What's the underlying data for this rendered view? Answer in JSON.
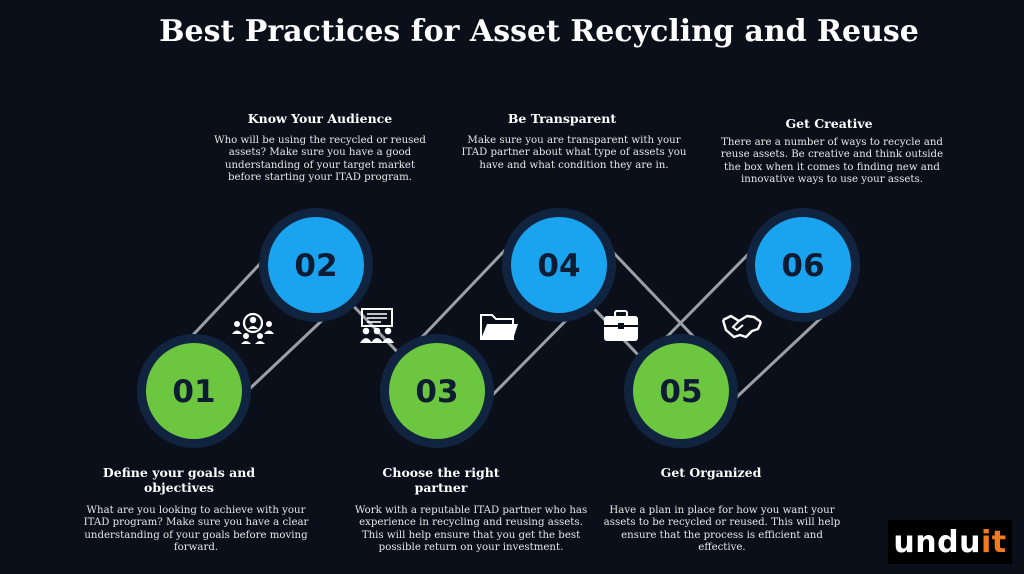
{
  "title": "Best Practices for Asset Recycling and Reuse",
  "colors": {
    "background": "#0b0f19",
    "green": "#6cc63f",
    "blue": "#1aa3ef",
    "ring": "#10243f",
    "line": "#9aa0a8",
    "accent": "#f47a1f"
  },
  "steps": [
    {
      "number": "01",
      "title": "Define your goals and objectives",
      "description": "What are you looking to achieve with your ITAD program? Make sure you have a clear understanding of your goals before moving forward.",
      "color": "green"
    },
    {
      "number": "02",
      "title": "Know Your Audience",
      "description": "Who will be using the recycled or reused assets? Make sure you have a good understanding of your target market before starting your ITAD program.",
      "color": "blue"
    },
    {
      "number": "03",
      "title": "Choose the right partner",
      "description": "Work with a reputable ITAD partner who has experience in recycling and reusing assets. This will help ensure that you get the best possible return on your investment.",
      "color": "green"
    },
    {
      "number": "04",
      "title": "Be Transparent",
      "description": "Make sure you are transparent with your ITAD partner about what type of assets you have and what condition they are in.",
      "color": "blue"
    },
    {
      "number": "05",
      "title": "Get Organized",
      "description": "Have a plan in place for how you want your assets to be recycled or reused. This will help ensure that the process is efficient and effective.",
      "color": "green"
    },
    {
      "number": "06",
      "title": "Get Creative",
      "description": "There are a number of ways to recycle and reuse assets. Be creative and think outside the box when it comes to finding new and innovative ways to use your assets.",
      "color": "blue"
    }
  ],
  "icons": [
    {
      "name": "user-network-icon"
    },
    {
      "name": "presentation-team-icon"
    },
    {
      "name": "folder-icon"
    },
    {
      "name": "briefcase-icon"
    },
    {
      "name": "handshake-icon"
    }
  ],
  "logo": {
    "main": "undu",
    "accent": "it"
  }
}
